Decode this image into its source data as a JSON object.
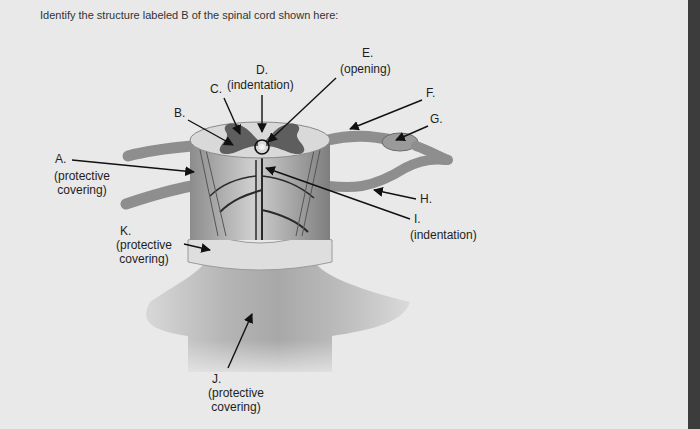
{
  "diagram": {
    "title": "Identify the structure labeled B of the spinal cord shown here:",
    "labels": [
      "E.",
      "D.",
      "(opening)",
      "C.",
      "(indentation)",
      "F.",
      "B.",
      "G.",
      "A.",
      "(protective covering)",
      "H.",
      "I.",
      "(indentation)",
      "K.",
      "(protective covering)",
      "J.",
      "(protective covering)"
    ]
  }
}
